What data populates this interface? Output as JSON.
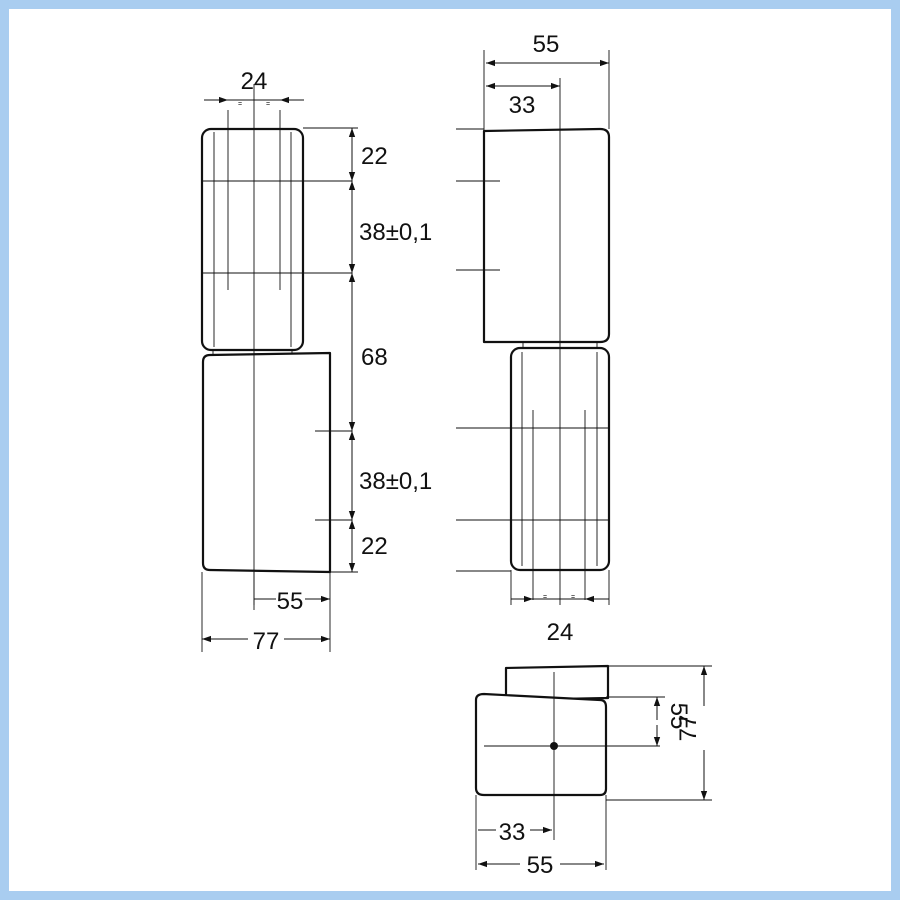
{
  "dimensions": {
    "front_top_width": "24",
    "front_top_seg_1": "22",
    "front_top_seg_2": "38±0,1",
    "front_overall": "68",
    "front_bottom_seg_1": "38±0,1",
    "front_bottom_seg_2": "22",
    "front_bottom_leaf": "55",
    "front_total_width": "77",
    "side_total_width": "55",
    "side_pin_offset": "33",
    "side_bottom_width": "24",
    "top_leaf_height": "55",
    "top_total_height": "77",
    "top_pin_offset": "33",
    "top_total_width": "55"
  }
}
